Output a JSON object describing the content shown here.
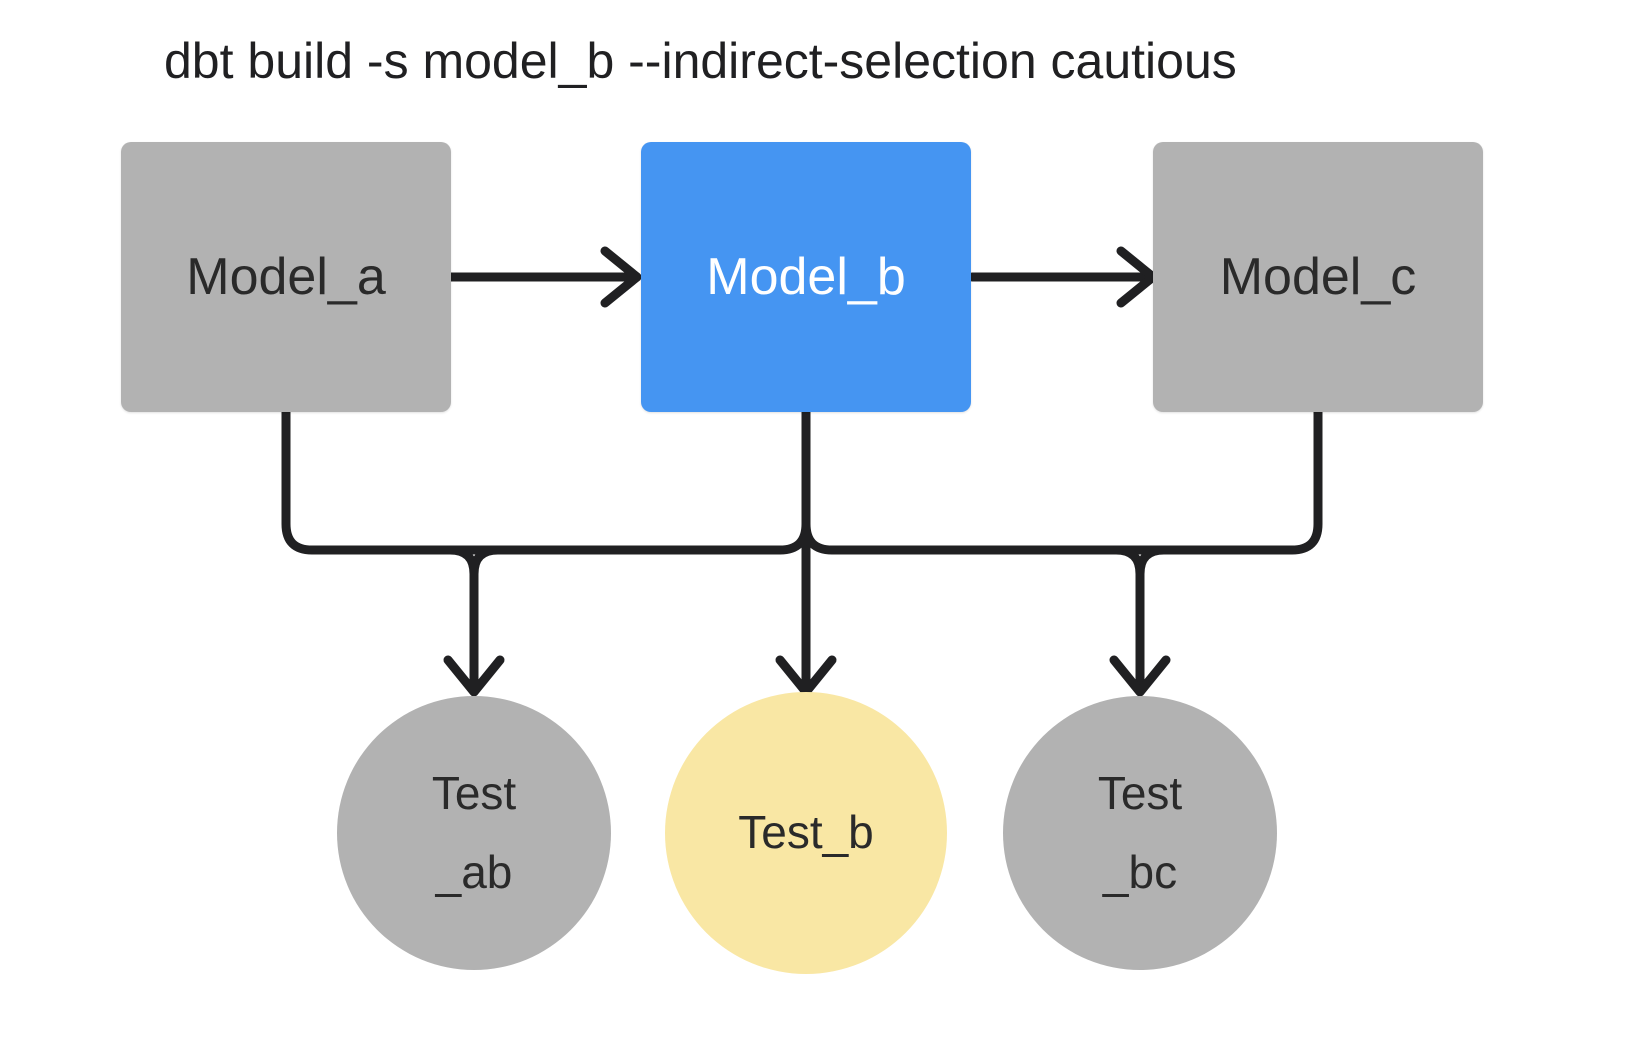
{
  "title": "dbt build -s model_b --indirect-selection cautious",
  "colors": {
    "background": "#ffffff",
    "node_gray": "#b2b2b2",
    "selected_blue": "#4595f2",
    "highlight_yellow": "#f9e7a4",
    "line": "#202022",
    "dark_text": "#2a2a2a",
    "light_text": "#ffffff"
  },
  "models": [
    {
      "id": "model_a",
      "label": "Model_a",
      "color": "#b2b2b2"
    },
    {
      "id": "model_b",
      "label": "Model_b",
      "color": "#4595f2"
    },
    {
      "id": "model_c",
      "label": "Model_c",
      "color": "#b2b2b2"
    }
  ],
  "tests": [
    {
      "id": "test_ab",
      "label_lines": [
        "Test",
        "_ab"
      ],
      "color": "#b2b2b2"
    },
    {
      "id": "test_b",
      "label_lines": [
        "Test_b"
      ],
      "color": "#f9e7a4"
    },
    {
      "id": "test_bc",
      "label_lines": [
        "Test",
        "_bc"
      ],
      "color": "#b2b2b2"
    }
  ],
  "edges": [
    "Model_a -> Model_b",
    "Model_b -> Model_c",
    "Model_a + Model_b -> Test_ab",
    "Model_b -> Test_b",
    "Model_b + Model_c -> Test_bc"
  ]
}
